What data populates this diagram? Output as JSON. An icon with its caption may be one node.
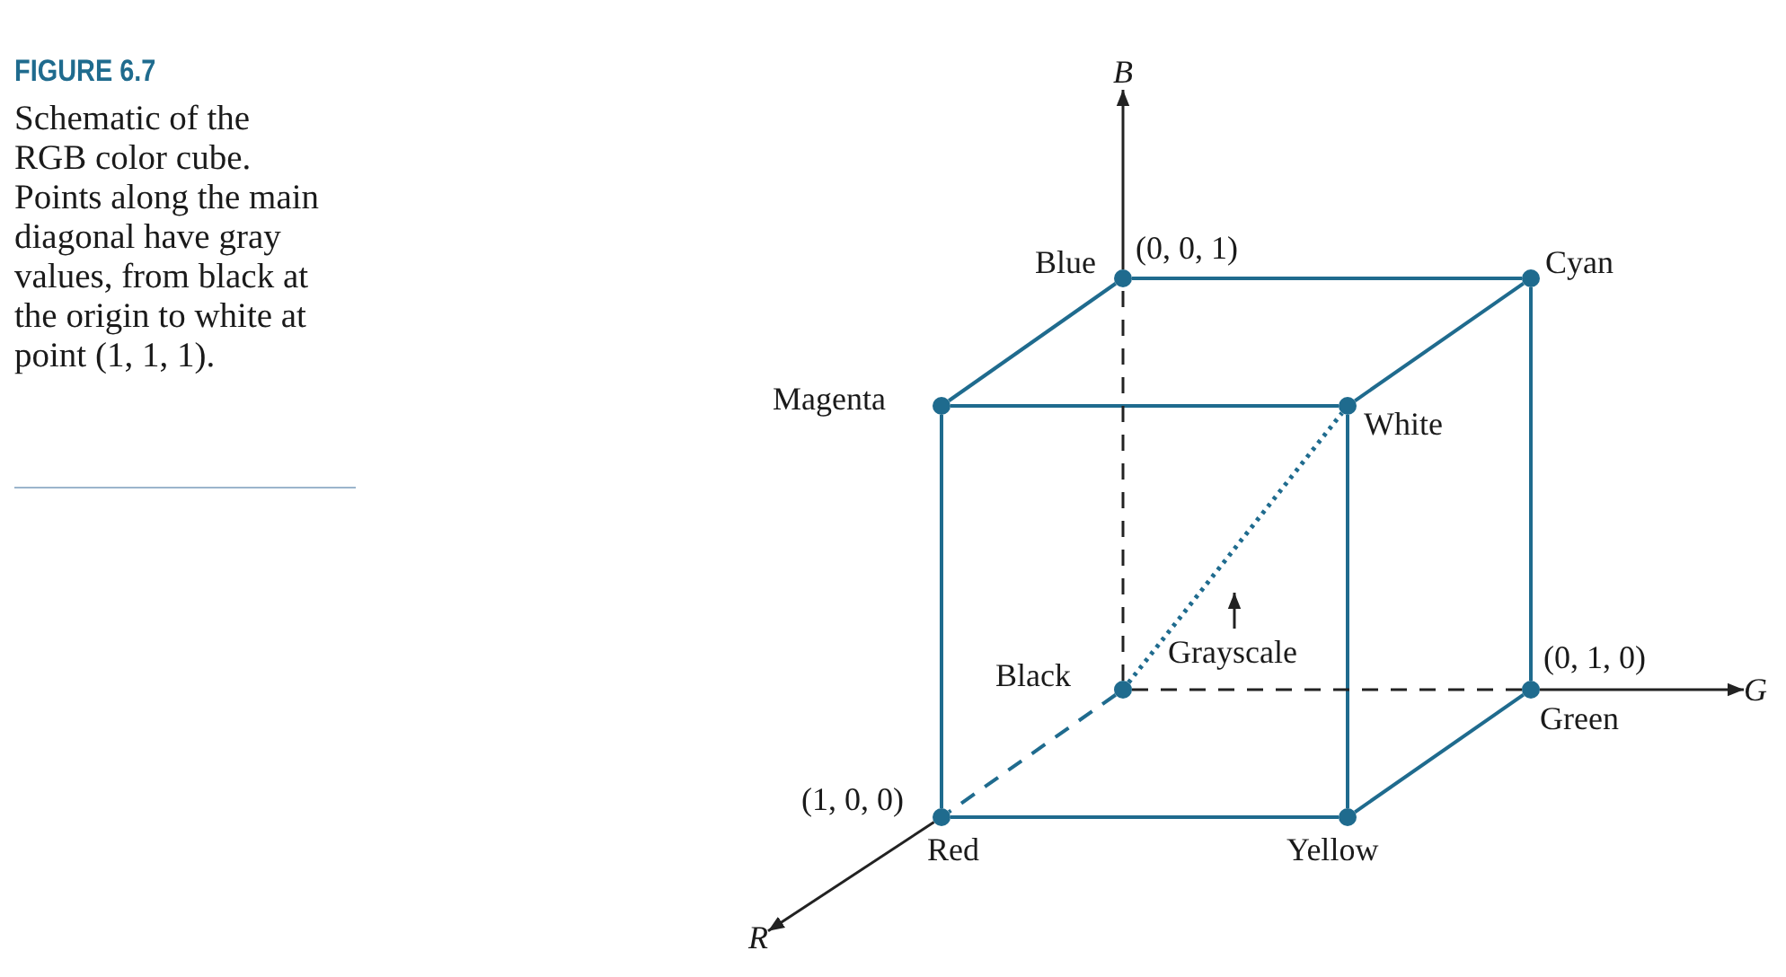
{
  "diagram": {
    "title": "FIGURE 6.7",
    "caption": "Schematic of the RGB color cube. Points along the main diagonal have gray values, from black at the origin to white at point (1, 1, 1).",
    "nodes": [
      {
        "text": [
          "Blue"
        ],
        "beside": [
          "(0, 0, 1)"
        ]
      },
      {
        "text": [
          "Cyan"
        ]
      },
      {
        "text": [
          "Magenta"
        ]
      },
      {
        "text": [
          "White"
        ]
      },
      {
        "text": [
          "Black"
        ]
      },
      {
        "text": [
          "Green"
        ],
        "beside": [
          "(0, 1, 0)"
        ]
      },
      {
        "text": [
          "Red"
        ],
        "beside": [
          "(1, 0, 0)"
        ]
      },
      {
        "text": [
          "Yellow"
        ]
      },
      {
        "text": [
          "B"
        ]
      },
      {
        "text": [
          "G"
        ]
      },
      {
        "text": [
          "R"
        ]
      }
    ],
    "edges": [
      {
        "from": 0,
        "to": 1,
        "arrow": "none"
      },
      {
        "from": 0,
        "to": 2,
        "arrow": "none"
      },
      {
        "from": 1,
        "to": 3,
        "arrow": "none"
      },
      {
        "from": 2,
        "to": 3,
        "arrow": "none"
      },
      {
        "from": 2,
        "to": 6,
        "arrow": "none"
      },
      {
        "from": 3,
        "to": 7,
        "arrow": "none"
      },
      {
        "from": 1,
        "to": 5,
        "arrow": "none"
      },
      {
        "from": 6,
        "to": 7,
        "arrow": "none"
      },
      {
        "from": 7,
        "to": 5,
        "arrow": "none"
      },
      {
        "from": 4,
        "to": 0,
        "arrow": "none",
        "style": "dashed",
        "color": "#222222"
      },
      {
        "from": 4,
        "to": 5,
        "arrow": "none",
        "style": "dashed",
        "color": "#222222"
      },
      {
        "from": 4,
        "to": 6,
        "arrow": "none",
        "style": "dashed"
      },
      {
        "from": 4,
        "to": 3,
        "arrow": "none",
        "style": "dashed"
      },
      {
        "from": 0,
        "to": 8,
        "arrow": "to",
        "color": "#222222"
      },
      {
        "from": 5,
        "to": 9,
        "arrow": "to",
        "color": "#222222"
      },
      {
        "from": 6,
        "to": 10,
        "arrow": "to",
        "color": "#222222"
      }
    ],
    "labels": [
      "Grayscale"
    ]
  }
}
